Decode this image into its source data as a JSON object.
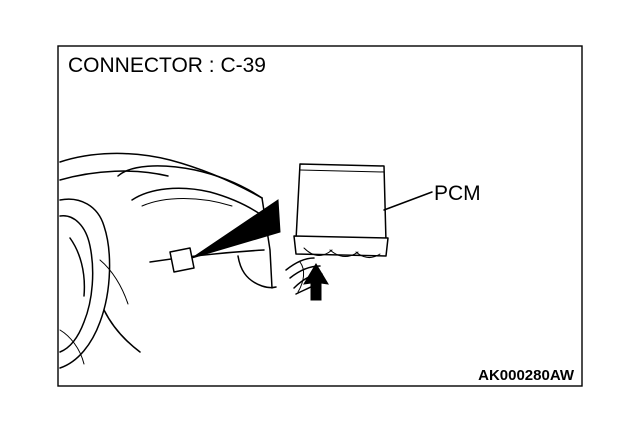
{
  "diagram": {
    "title": "CONNECTOR : C-39",
    "callout_label": "PCM",
    "figure_code": "AK000280AW"
  }
}
